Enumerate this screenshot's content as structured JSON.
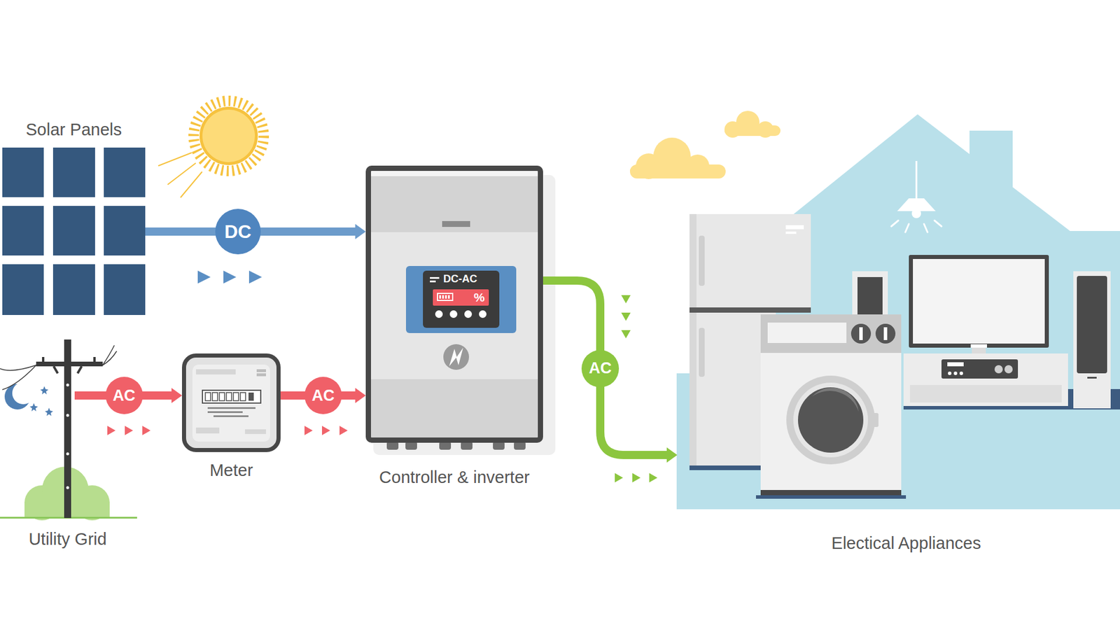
{
  "diagram": {
    "nodes": [
      {
        "text": [
          "Solar Panels"
        ]
      },
      {
        "text": [
          "Utility Grid"
        ]
      },
      {
        "text": [
          "Meter"
        ]
      },
      {
        "text": [
          "Controller & inverter"
        ]
      },
      {
        "text": [
          "DC-AC",
          "%"
        ],
        "in": 3
      },
      {
        "text": [
          "Electical Appliances"
        ]
      }
    ],
    "edges": [
      {
        "from": 0,
        "to": 3,
        "arrow": "to",
        "label": "DC"
      },
      {
        "from": 1,
        "to": 2,
        "arrow": "to",
        "label": "AC"
      },
      {
        "from": 2,
        "to": 3,
        "arrow": "to",
        "label": "AC"
      },
      {
        "from": 3,
        "to": 5,
        "arrow": "to",
        "label": "AC"
      }
    ]
  }
}
